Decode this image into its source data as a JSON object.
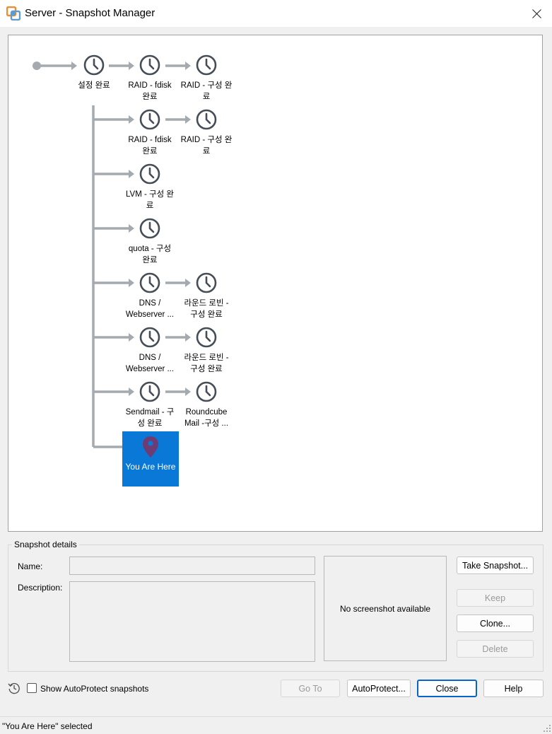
{
  "window": {
    "title": "Server - Snapshot Manager"
  },
  "tree": {
    "nodes": [
      {
        "id": "n1",
        "label": "설정 완료"
      },
      {
        "id": "n2",
        "label": "RAID - fdisk\n완료"
      },
      {
        "id": "n3",
        "label": "RAID - 구성 완\n료"
      },
      {
        "id": "n4",
        "label": "RAID - fdisk\n완료"
      },
      {
        "id": "n5",
        "label": "RAID - 구성 완\n료"
      },
      {
        "id": "n6",
        "label": "LVM - 구성 완\n료"
      },
      {
        "id": "n7",
        "label": "quota - 구성\n완료"
      },
      {
        "id": "n8",
        "label": "DNS /\nWebserver ..."
      },
      {
        "id": "n9",
        "label": "라운드 로빈 -\n구성 완료"
      },
      {
        "id": "n10",
        "label": "DNS /\nWebserver ..."
      },
      {
        "id": "n11",
        "label": "라운드 로빈 -\n구성 완료"
      },
      {
        "id": "n12",
        "label": "Sendmail - 구\n성 완료"
      },
      {
        "id": "n13",
        "label": "Roundcube\nMail -구성 ..."
      }
    ],
    "current": {
      "label": "You Are Here"
    }
  },
  "details": {
    "title": "Snapshot details",
    "name_label": "Name:",
    "name_value": "",
    "description_label": "Description:",
    "description_value": "",
    "no_screenshot": "No screenshot available"
  },
  "buttons": {
    "take_snapshot": "Take Snapshot...",
    "keep": "Keep",
    "clone": "Clone...",
    "delete": "Delete",
    "go_to": "Go To",
    "autoprotect": "AutoProtect...",
    "close": "Close",
    "help": "Help"
  },
  "options": {
    "show_autoprotect": "Show AutoProtect snapshots",
    "show_autoprotect_checked": false
  },
  "status": {
    "text": "\"You Are Here\" selected"
  },
  "colors": {
    "selection": "#0a78d7",
    "connector": "#a4aab0",
    "clock": "#454d57",
    "pin": "#6e3c74"
  },
  "icons": [
    "vmware-app-icon",
    "close-icon",
    "clock-icon",
    "location-pin-icon",
    "history-icon"
  ]
}
